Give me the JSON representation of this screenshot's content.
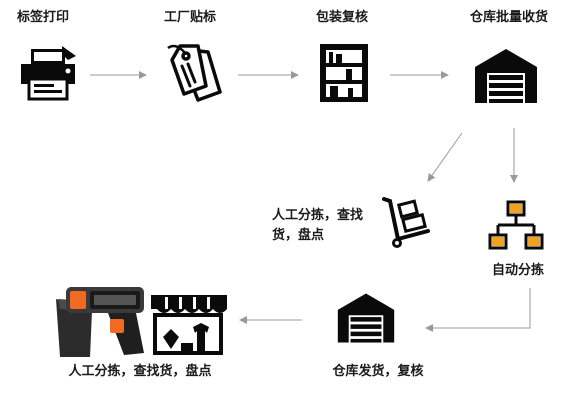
{
  "steps": {
    "label_print": "标签打印",
    "factory_tag": "工厂贴标",
    "pack_review": "包装复核",
    "warehouse_receive": "仓库批量收货",
    "manual_sort_mid": "人工分拣，查找货，盘点",
    "auto_sort": "自动分拣",
    "warehouse_ship": "仓库发货，复核",
    "manual_sort_bottom": "人工分拣，查找货，盘点"
  },
  "colors": {
    "icon": "#0a0a0a",
    "accent": "#f26a21",
    "arrow": "#9a9a9a"
  },
  "icons": [
    "printer-icon",
    "tags-icon",
    "shelf-icon",
    "warehouse-icon",
    "hand-truck-icon",
    "hierarchy-icon",
    "warehouse-icon",
    "handheld-scanner-icon",
    "storefront-icon"
  ]
}
